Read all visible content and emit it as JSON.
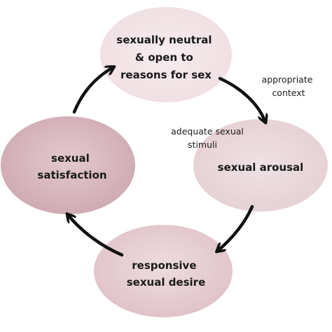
{
  "colors": {
    "bubble_light": "#f4e6e8",
    "bubble_medium": "#e9d3d7",
    "bubble_dark": "#d8b8bf",
    "bubble_dark_edge": "#c9a3ac",
    "arrow": "#111111",
    "text": "#1a1a1a"
  },
  "nodes": {
    "top": {
      "lines": [
        "sexually neutral",
        "& open to",
        "reasons for sex"
      ]
    },
    "right": {
      "lines": [
        "sexual arousal"
      ]
    },
    "bottom": {
      "lines": [
        "responsive",
        "sexual desire"
      ]
    },
    "left": {
      "lines": [
        "sexual",
        "satisfaction"
      ]
    }
  },
  "edge_labels": {
    "top_right": {
      "lines": [
        "appropriate",
        "context"
      ]
    },
    "right_inner": {
      "lines": [
        "adequate sexual",
        "stimuli"
      ]
    }
  }
}
